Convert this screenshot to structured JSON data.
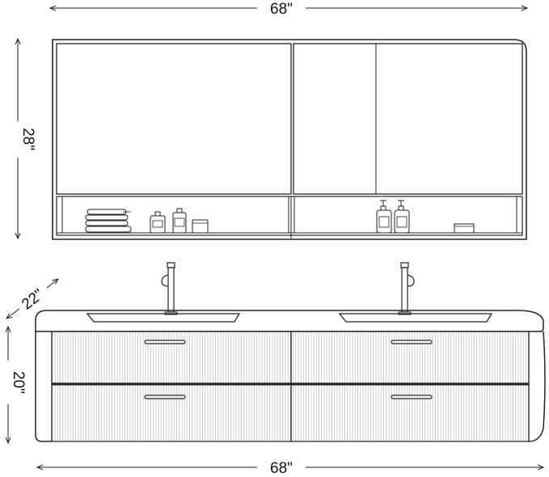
{
  "dimensions": {
    "cabinet_width": "68\"",
    "cabinet_height": "28\"",
    "vanity_depth": "22\"",
    "vanity_height": "20\"",
    "vanity_width": "68\""
  },
  "colors": {
    "line": "#222222",
    "background": "#ffffff"
  }
}
